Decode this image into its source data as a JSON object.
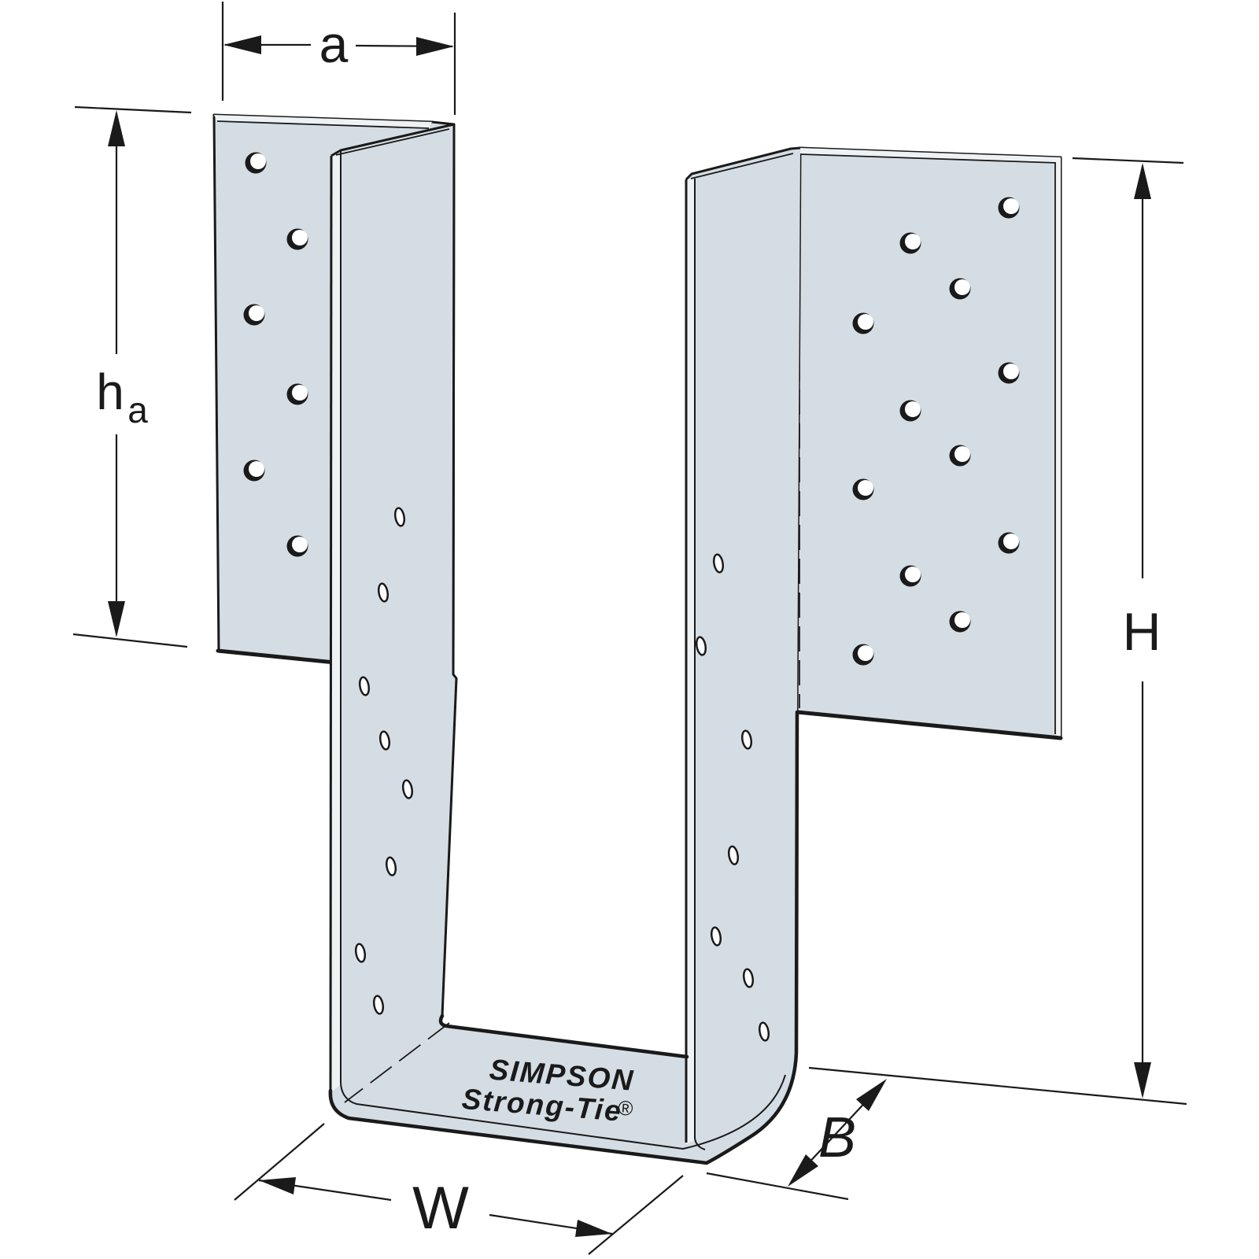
{
  "figure": {
    "kind": "technical line drawing",
    "subject": "U-shaped joist hanger with dimension callouts"
  },
  "colors": {
    "metal": "#d5dde4",
    "edge_highlight": "#eef2f5",
    "line": "#1a1a1a",
    "background": "#ffffff"
  },
  "dimensions": {
    "a": {
      "label": "a"
    },
    "ha": {
      "base": "h",
      "sub": "a"
    },
    "H": {
      "label": "H"
    },
    "W": {
      "label": "W"
    },
    "B": {
      "label": "B"
    }
  },
  "branding": {
    "line1": "SIMPSON",
    "line2": "Strong-Tie",
    "registered": "®"
  }
}
